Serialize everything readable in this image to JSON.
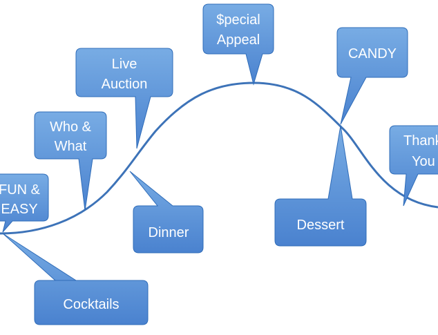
{
  "callouts": [
    {
      "id": "fun-easy",
      "lines": [
        "FUN &",
        "EASY"
      ]
    },
    {
      "id": "cocktails",
      "lines": [
        "Cocktails"
      ]
    },
    {
      "id": "who-what",
      "lines": [
        "Who &",
        "What"
      ]
    },
    {
      "id": "live-auction",
      "lines": [
        "Live",
        "Auction"
      ]
    },
    {
      "id": "dinner",
      "lines": [
        "Dinner"
      ]
    },
    {
      "id": "special-appeal",
      "lines": [
        "$pecial",
        "Appeal"
      ]
    },
    {
      "id": "candy",
      "lines": [
        "CANDY"
      ]
    },
    {
      "id": "dessert",
      "lines": [
        "Dessert"
      ]
    },
    {
      "id": "thank-you",
      "lines": [
        "Thank",
        "You"
      ]
    }
  ],
  "colors": {
    "callout_light": "#78ace4",
    "callout_dark": "#4a82cf",
    "callout_border": "#2f6cb8",
    "curve": "#3d73b8"
  }
}
